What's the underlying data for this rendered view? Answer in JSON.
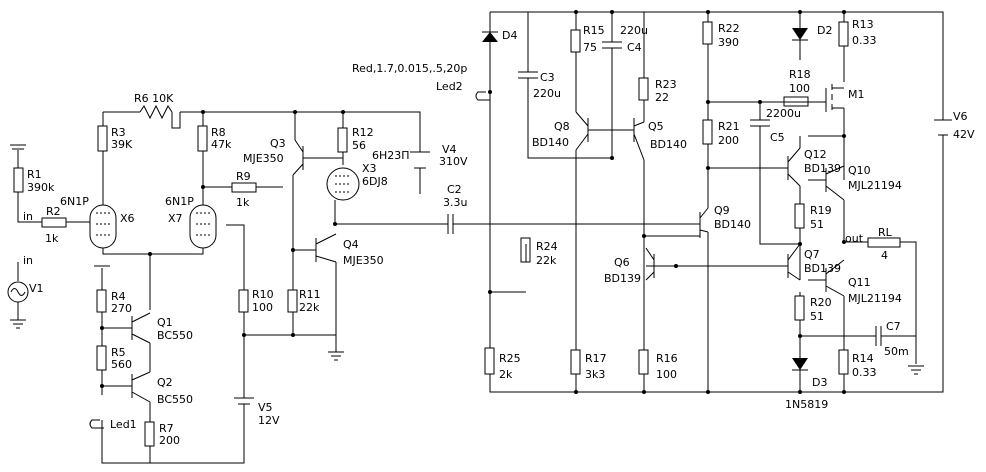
{
  "labels": {
    "in_top": "in",
    "in_node": "in",
    "out_node": "out",
    "V1": "V1",
    "R1": "R1",
    "R1_v": "390k",
    "R2": "R2",
    "R2_v": "1k",
    "R3": "R3",
    "R3_v": "39K",
    "R6": "R6 10K",
    "R8": "R8",
    "R8_v": "47k",
    "R9": "R9",
    "R9_v": "1k",
    "R4": "R4",
    "R4_v": "270",
    "R5": "R5",
    "R5_v": "560",
    "R7": "R7",
    "R7_v": "200",
    "R10": "R10",
    "R10_v": "100",
    "R11": "R11",
    "R11_v": "22k",
    "R12": "R12",
    "R12_v": "56",
    "X6": "X6",
    "X6_t": "6N1P",
    "X7": "X7",
    "X7_t": "6N1P",
    "X3": "X3",
    "X3_t1": "6H23П",
    "X3_t2": "6DJ8",
    "Q1": "Q1",
    "Q1_t": "BC550",
    "Q2": "Q2",
    "Q2_t": "BC550",
    "Q3": "Q3",
    "Q3_t": "MJE350",
    "Q4": "Q4",
    "Q4_t": "MJE350",
    "Led1": "Led1",
    "Led2": "Led2",
    "V5": "V5",
    "V5_v": "12V",
    "V4": "V4",
    "V4_v": "310V",
    "led_model": "Red,1.7,0.015,.5,20p",
    "C2": "C2",
    "C2_v": "3.3u",
    "C3": "C3",
    "C3_v": "220u",
    "C4": "C4",
    "C4_v": "220u",
    "C5": "C5",
    "C5_v": "2200u",
    "C7": "C7",
    "C7_v": "50m",
    "D2": "D2",
    "D3": "D3",
    "D3_t": "1N5819",
    "D4": "D4",
    "R13": "R13",
    "R13_v": "0.33",
    "R14": "R14",
    "R14_v": "0.33",
    "R15": "R15",
    "R15_v": "75",
    "R16": "R16",
    "R16_v": "100",
    "R17": "R17",
    "R17_v": "3k3",
    "R18": "R18",
    "R18_v": "100",
    "R19": "R19",
    "R19_v": "51",
    "R20": "R20",
    "R20_v": "51",
    "R21": "R21",
    "R21_v": "200",
    "R22": "R22",
    "R22_v": "390",
    "R23": "R23",
    "R23_v": "22",
    "R24": "R24",
    "R24_v": "22k",
    "R25": "R25",
    "R25_v": "2k",
    "RL": "RL",
    "RL_v": "4",
    "M1": "M1",
    "Q5": "Q5",
    "Q5_t": "BD140",
    "Q6": "Q6",
    "Q6_t": "BD139",
    "Q7": "Q7",
    "Q7_t": "BD139",
    "Q8": "Q8",
    "Q8_t": "BD140",
    "Q9": "Q9",
    "Q9_t": "BD140",
    "Q10": "Q10",
    "Q10_t": "MJL21194",
    "Q11": "Q11",
    "Q11_t": "MJL21194",
    "Q12": "Q12",
    "Q12_t": "BD139",
    "V6": "V6",
    "V6_v": "42V"
  }
}
